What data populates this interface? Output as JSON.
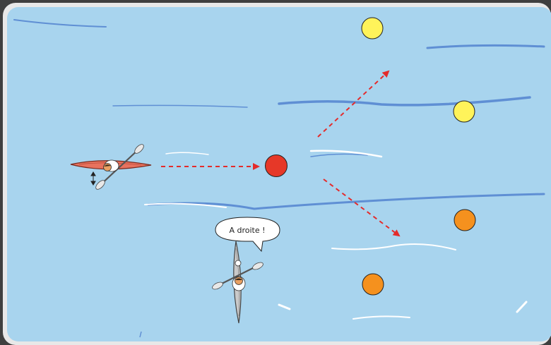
{
  "speech_bubble": {
    "text": "A droite !"
  },
  "colors": {
    "frame": "#3f3f3f",
    "water": "#a8d4ee",
    "wave_dark": "#5f8fd4",
    "wave_light": "#ffffff",
    "arrow": "#e42b2b",
    "buoy_red": "#e63828",
    "buoy_yellow": "#fff35a",
    "buoy_orange": "#f5911e",
    "kayak_red": "#e8725e",
    "kayak_grey": "#c9c9c9"
  },
  "buoys": [
    {
      "name": "buoy-red",
      "color": "red"
    },
    {
      "name": "buoy-yellow-top",
      "color": "yellow"
    },
    {
      "name": "buoy-yellow-middle",
      "color": "yellow"
    },
    {
      "name": "buoy-orange-right",
      "color": "orange"
    },
    {
      "name": "buoy-orange-bottom",
      "color": "orange"
    }
  ],
  "arrows": [
    {
      "name": "arrow-kayak-to-red-buoy",
      "direction": "right"
    },
    {
      "name": "arrow-up-right",
      "direction": "up-right"
    },
    {
      "name": "arrow-down-right",
      "direction": "down-right"
    }
  ]
}
